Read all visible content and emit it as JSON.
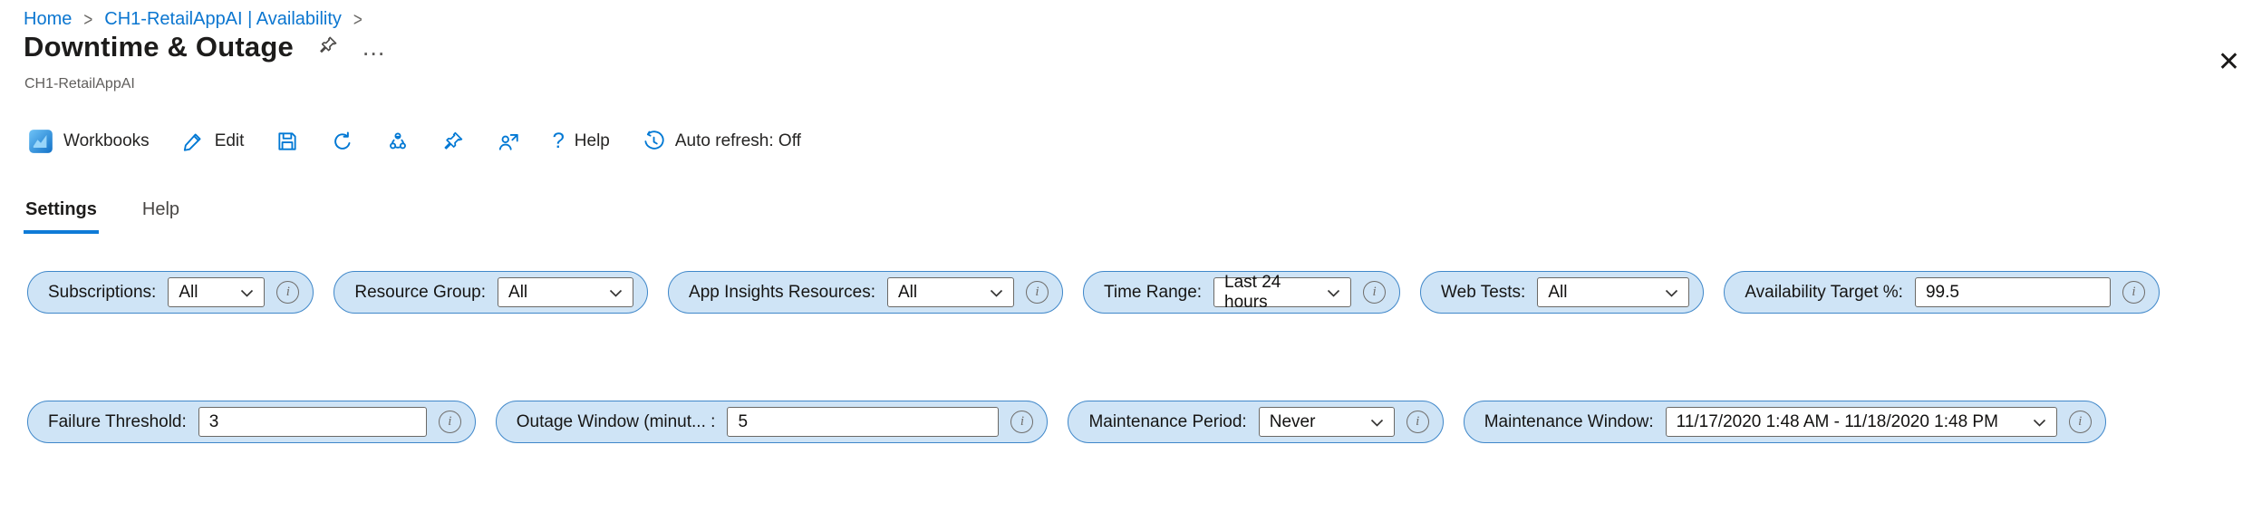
{
  "breadcrumb": {
    "home": "Home",
    "current": "CH1-RetailAppAI | Availability",
    "separator": ">"
  },
  "header": {
    "title": "Downtime & Outage",
    "subtitle": "CH1-RetailAppAI",
    "more_glyph": "...",
    "close_glyph": "✕"
  },
  "toolbar": {
    "workbooks_label": "Workbooks",
    "edit_label": "Edit",
    "help_glyph": "?",
    "help_label": "Help",
    "auto_refresh_label": "Auto refresh: Off",
    "icon_names": [
      "workbooks-icon",
      "edit-pencil-icon",
      "save-icon",
      "refresh-icon",
      "share-nodes-icon",
      "pin-icon",
      "person-share-icon",
      "help-icon",
      "history-clock-icon"
    ]
  },
  "tabs": [
    {
      "label": "Settings",
      "active": true
    },
    {
      "label": "Help",
      "active": false
    }
  ],
  "parameters": {
    "info_glyph": "i",
    "row1": [
      {
        "label": "Subscriptions:",
        "type": "select",
        "value": "All",
        "info": true
      },
      {
        "label": "Resource Group:",
        "type": "select",
        "value": "All",
        "info": false
      },
      {
        "label": "App Insights Resources:",
        "type": "select",
        "value": "All",
        "info": true
      },
      {
        "label": "Time Range:",
        "type": "select",
        "value": "Last 24 hours",
        "info": true
      },
      {
        "label": "Web Tests:",
        "type": "select",
        "value": "All",
        "info": false
      },
      {
        "label": "Availability Target %:",
        "type": "input",
        "value": "99.5",
        "info": true
      }
    ],
    "row2": [
      {
        "label": "Failure Threshold:",
        "type": "input",
        "value": "3",
        "info": true
      },
      {
        "label": "Outage Window (minut... :",
        "type": "input",
        "value": "5",
        "info": true
      },
      {
        "label": "Maintenance Period:",
        "type": "select",
        "value": "Never",
        "info": true
      },
      {
        "label": "Maintenance Window:",
        "type": "select",
        "value": "11/17/2020 1:48 AM - 11/18/2020 1:48 PM",
        "info": true
      }
    ]
  },
  "colors": {
    "accent_blue": "#0078d4",
    "pill_background": "#cfe4f6",
    "pill_border": "#3f87c9",
    "breadcrumb_link": "#0b76d0",
    "text_dark": "#1d1c1b",
    "text_gray": "#605e5c"
  }
}
